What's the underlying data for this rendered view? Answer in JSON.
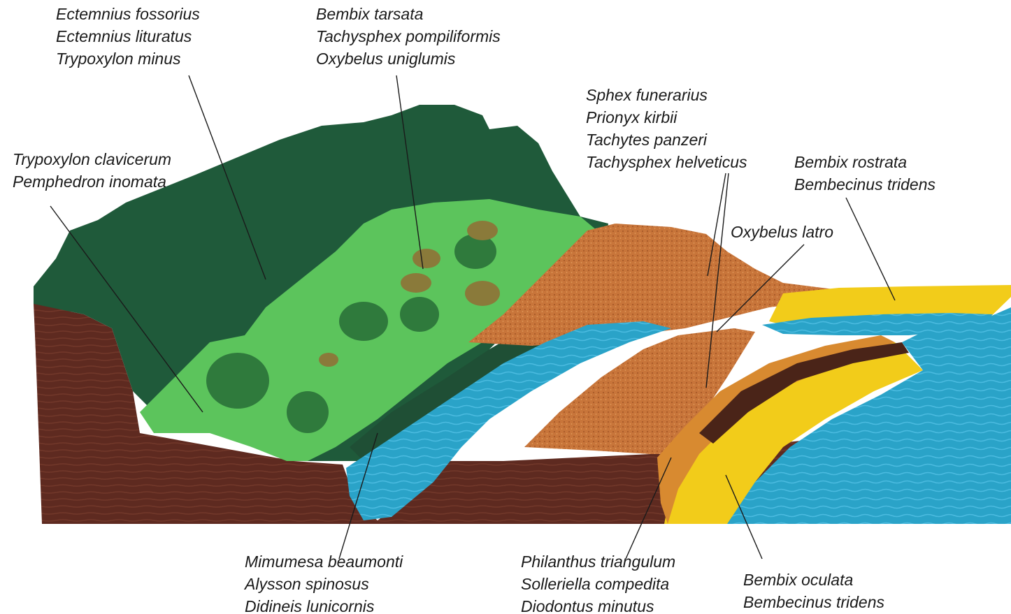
{
  "labels": {
    "top_left": [
      "Ectemnius fossorius",
      "Ectemnius lituratus",
      "Trypoxylon minus"
    ],
    "top_middle": [
      "Bembix tarsata",
      "Tachysphex pompiliformis",
      "Oxybelus uniglumis"
    ],
    "left": [
      "Trypoxylon clavicerum",
      "Pemphedron inomata"
    ],
    "top_right_center": [
      "Sphex funerarius",
      "Prionyx kirbii",
      "Tachytes panzeri",
      "Tachysphex helveticus"
    ],
    "right": [
      "Bembix rostrata",
      "Bembecinus tridens"
    ],
    "oxybelus": [
      "Oxybelus latro"
    ],
    "bottom_left": [
      "Mimumesa beaumonti",
      "Alysson spinosus",
      "Didineis lunicornis"
    ],
    "bottom_middle": [
      "Philanthus triangulum",
      "Solleriella compedita",
      "Diodontus minutus"
    ],
    "bottom_right": [
      "Bembix oculata",
      "Bembecinus tridens"
    ]
  },
  "colors": {
    "dark_forest": "#1f5a3a",
    "light_green": "#5cc45c",
    "mid_green": "#2f7a3c",
    "soil_brown": "#5e2a20",
    "sand_orange": "#c8753a",
    "water_blue": "#2aa3c8",
    "sand_yellow": "#f2cc1a",
    "olive_patch": "#8a7a3a"
  }
}
